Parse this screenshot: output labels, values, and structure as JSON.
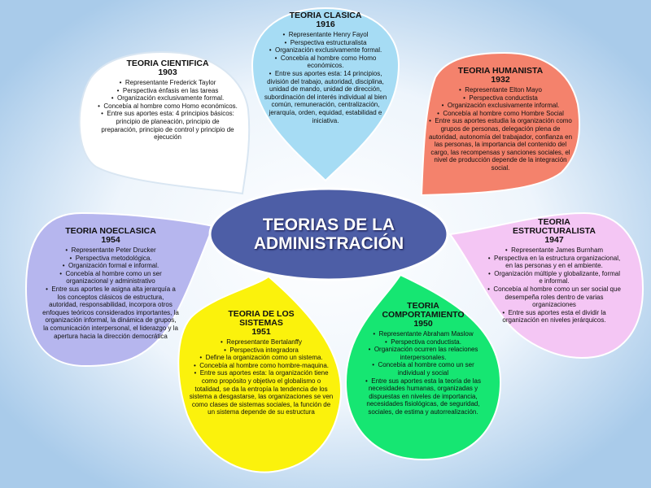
{
  "center": {
    "line1": "TEORIAS DE LA",
    "line2": "ADMINISTRACIÓN"
  },
  "colors": {
    "clasica": "#a6dcf4",
    "cientifica": "#ffffff",
    "humanista": "#f4826c",
    "estructuralista": "#f4c6f4",
    "comportamiento": "#16e672",
    "sistemas": "#fbf20c",
    "noeclasica": "#b6b6ee",
    "center": "#4d5ea6"
  },
  "theories": {
    "clasica": {
      "title": "TEORIA CLASICA",
      "year": "1916",
      "items": [
        "Representante Henry Fayol",
        "Perspectiva estructuralista",
        "Organización exclusivamente formal.",
        "Concebía al hombre como Homo económicos.",
        "Entre sus aportes esta: 14 principios, división del trabajo, autoridad, disciplina, unidad de mando, unidad de dirección, subordinación del interés individual al bien común, remuneración, centralización, jerarquía, orden, equidad, estabilidad e iniciativa."
      ]
    },
    "cientifica": {
      "title": "TEORIA CIENTIFICA",
      "year": "1903",
      "items": [
        "Representante Frederick Taylor",
        "Perspectiva énfasis en las tareas",
        "Organización exclusivamente formal.",
        "Concebía al hombre como Homo económicos.",
        "Entre sus aportes esta: 4 principios básicos: principio de planeación, principio de preparación, principio de control y principio de ejecución"
      ]
    },
    "humanista": {
      "title": "TEORIA HUMANISTA",
      "year": "1932",
      "items": [
        "Representante Elton Mayo",
        "Perspectiva conductista",
        "Organización exclusivamente informal.",
        "Concebía al hombre como Hombre Social",
        "Entre sus aportes estudia la organización como grupos de personas, delegación plena de autoridad, autonomía del trabajador, confianza en las personas, la importancia del contenido del cargo, las recompensas y sanciones sociales, el nivel de producción depende de la integración social."
      ]
    },
    "estructuralista": {
      "title": "TEORIA ESTRUCTURALISTA",
      "year": "1947",
      "items": [
        "Representante James Burnham",
        "Perspectiva en la estructura organizacional, en las personas y en el ambiente.",
        "Organización múltiple y globalizante, formal e informal.",
        "Concebía al hombre como un ser social que desempeña roles dentro de varias organizaciones",
        "Entre sus aportes esta el dividir la organización en niveles jerárquicos."
      ]
    },
    "comportamiento": {
      "title": "TEORIA COMPORTAMIENTO",
      "year": "1950",
      "items": [
        "Representante Abraham Maslow",
        "Perspectiva conductista.",
        "Organización ocurren las relaciones interpersonales.",
        "Concebía al hombre como un ser individual y social",
        "Entre sus aportes esta la teoría de las necesidades humanas, organizadas y dispuestas en niveles de importancia, necesidades fisiológicas, de seguridad, sociales, de estima y autorrealización."
      ]
    },
    "sistemas": {
      "title": "TEORIA DE LOS SISTEMAS",
      "year": "1951",
      "items": [
        "Representante Bertalanffy",
        "Perspectiva integradora",
        "Define la organización como un sistema.",
        "Concebía al hombre como hombre-maquina.",
        "Entre sus aportes esta: la organización tiene como propósito y objetivo el globalismo o totalidad, se da la entropía la tendencia de los sistema a desgastarse, las organizaciones se ven como clases de sistemas sociales, la función de un sistema depende de su estructura"
      ]
    },
    "noeclasica": {
      "title": "TEORIA NOECLASICA",
      "year": "1954",
      "items": [
        "Representante Peter Drucker",
        "Perspectiva metodológica.",
        "Organización formal e informal.",
        "Concebía al hombre como un ser organizacional y administrativo",
        "Entre sus aportes le asigna alta jerarquía a los conceptos clásicos de estructura, autoridad, responsabilidad, incorpora otros enfoques teóricos considerados importantes, la organización informal, la dinámica de grupos, la comunicación interpersonal, el liderazgo y la apertura hacia la dirección democrática"
      ]
    }
  }
}
